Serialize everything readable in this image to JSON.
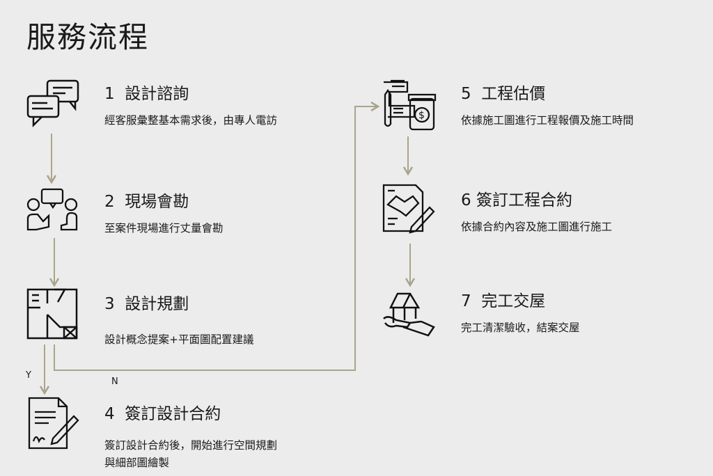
{
  "title": "服務流程",
  "steps": [
    {
      "num": "1",
      "title": "設計諮詢",
      "desc": "經客服彙整基本需求後，由專人電訪",
      "icon": "chat-bubbles-icon"
    },
    {
      "num": "2",
      "title": "現場會勘",
      "desc": "至案件現場進行丈量會勘",
      "icon": "meeting-icon"
    },
    {
      "num": "3",
      "title": "設計規劃",
      "desc": "設計概念提案+平面圖配置建議",
      "icon": "floor-plan-icon"
    },
    {
      "num": "4",
      "title": "簽訂設計合約",
      "desc": "簽訂設計合約後，開始進行空間規劃",
      "desc2": "與細部圖繪製",
      "icon": "signed-contract-icon"
    },
    {
      "num": "5",
      "title": "工程估價",
      "desc": "依據施工圖進行工程報價及施工時間",
      "icon": "estimate-icon"
    },
    {
      "num": "6",
      "title": "簽訂工程合約",
      "desc": "依據合約內容及施工圖進行施工",
      "icon": "handshake-contract-icon"
    },
    {
      "num": "7",
      "title": "完工交屋",
      "desc": "完工清潔驗收，結案交屋",
      "icon": "house-in-hand-icon"
    }
  ],
  "branch_labels": {
    "yes": "Y",
    "no": "N"
  },
  "colors": {
    "background": "#ececec",
    "connector": "#a9a48c",
    "text": "#1a1a1a"
  }
}
